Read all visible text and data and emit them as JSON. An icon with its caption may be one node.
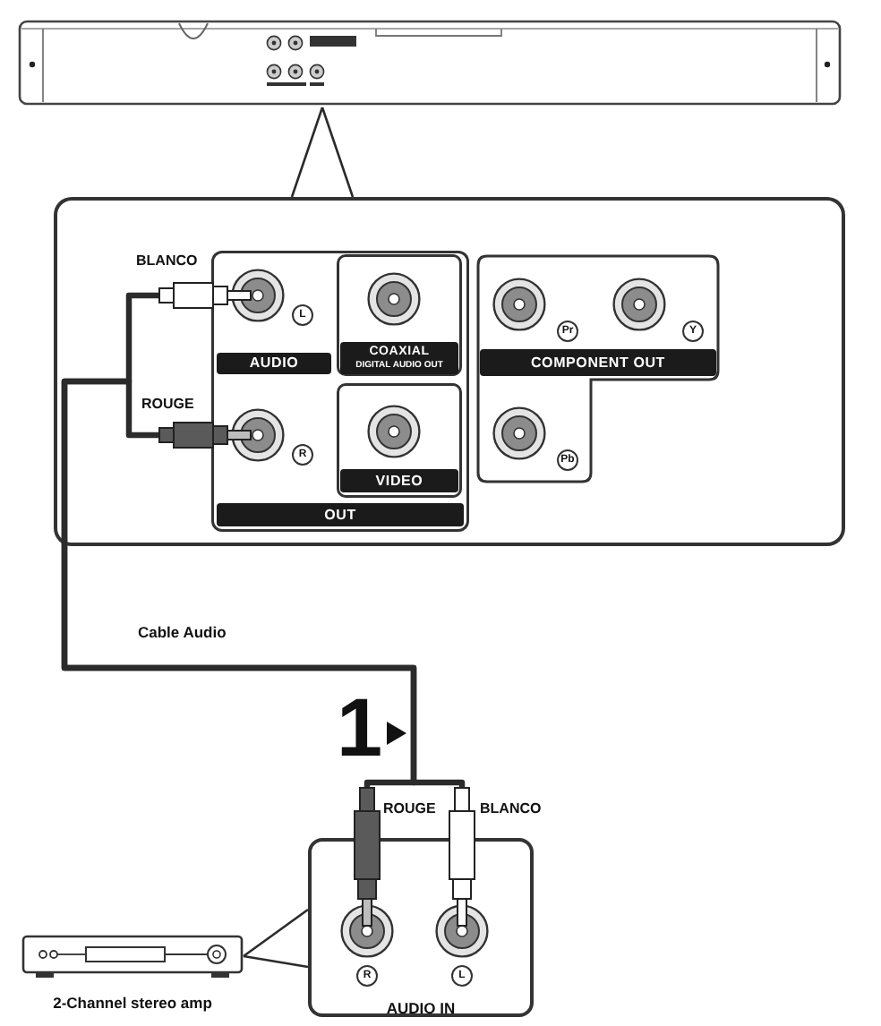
{
  "diagram": {
    "nodes": [
      {
        "text": [],
        "shape": "picture"
      },
      {
        "text": [],
        "shape": "box"
      },
      {
        "text": [],
        "shape": "box",
        "in": 1
      },
      {
        "text": [],
        "shape": "circle",
        "in": 2,
        "beside": [
          "L"
        ]
      },
      {
        "text": [
          "AUDIO"
        ],
        "in": 2
      },
      {
        "text": [],
        "shape": "box",
        "in": 2
      },
      {
        "text": [],
        "shape": "circle",
        "in": 5
      },
      {
        "text": [
          "COAXIAL",
          "DIGITAL AUDIO OUT"
        ],
        "in": 5
      },
      {
        "text": [],
        "shape": "circle",
        "in": 2,
        "beside": [
          "R"
        ]
      },
      {
        "text": [],
        "shape": "box",
        "in": 2
      },
      {
        "text": [],
        "shape": "circle",
        "in": 9
      },
      {
        "text": [
          "VIDEO"
        ],
        "in": 9
      },
      {
        "text": [
          "OUT"
        ],
        "in": 2
      },
      {
        "text": [],
        "shape": "box",
        "in": 1
      },
      {
        "text": [],
        "shape": "circle",
        "in": 13,
        "beside": [
          "Pr"
        ]
      },
      {
        "text": [],
        "shape": "circle",
        "in": 13,
        "beside": [
          "Y"
        ]
      },
      {
        "text": [
          "COMPONENT OUT"
        ],
        "in": 13
      },
      {
        "text": [],
        "shape": "circle",
        "in": 13,
        "beside": [
          "Pb"
        ]
      },
      {
        "text": [
          "AUDIO IN"
        ]
      },
      {
        "text": [],
        "shape": "circle",
        "in": 18,
        "beside": [
          "R"
        ]
      },
      {
        "text": [],
        "shape": "circle",
        "in": 18,
        "beside": [
          "L"
        ]
      },
      {
        "text": [
          "2-Channel stereo amp"
        ]
      }
    ],
    "edges": [
      {
        "from": 3,
        "to": 20,
        "arrow": "other",
        "style": "thick"
      },
      {
        "from": 8,
        "to": 19,
        "arrow": "other",
        "style": "thick"
      },
      {
        "from": 1,
        "to": 0,
        "arrow": "none"
      },
      {
        "from": 18,
        "to": 21,
        "arrow": "none"
      }
    ],
    "labels": [
      "BLANCO",
      "ROUGE",
      "Cable Audio",
      "1",
      "ROUGE",
      "BLANCO"
    ]
  }
}
